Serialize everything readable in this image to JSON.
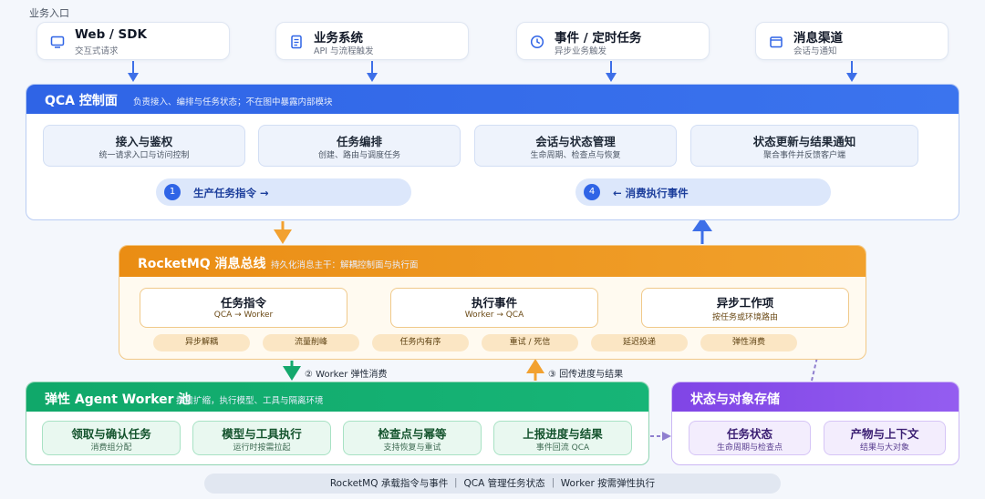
{
  "entry_section_label": "业务入口",
  "entries": [
    {
      "title": "Web / SDK",
      "subtitle": "交互式请求",
      "icon": "monitor-icon"
    },
    {
      "title": "业务系统",
      "subtitle": "API 与流程触发",
      "icon": "document-icon"
    },
    {
      "title": "事件 / 定时任务",
      "subtitle": "异步业务触发",
      "icon": "clock-icon"
    },
    {
      "title": "消息渠道",
      "subtitle": "会话与通知",
      "icon": "inbox-icon"
    }
  ],
  "qca": {
    "title": "QCA 控制面",
    "subtitle": "负责接入、编排与任务状态；不在图中暴露内部模块",
    "cards": [
      {
        "title": "接入与鉴权",
        "subtitle": "统一请求入口与访问控制"
      },
      {
        "title": "任务编排",
        "subtitle": "创建、路由与调度任务"
      },
      {
        "title": "会话与状态管理",
        "subtitle": "生命周期、检查点与恢复"
      },
      {
        "title": "状态更新与结果通知",
        "subtitle": "聚合事件并反馈客户端"
      }
    ],
    "flows": [
      {
        "num": "1",
        "label": "生产任务指令 →"
      },
      {
        "num": "4",
        "label": "← 消费执行事件"
      }
    ]
  },
  "rocketmq": {
    "title": "RocketMQ 消息总线",
    "subtitle": "持久化消息主干：解耦控制面与执行面",
    "cards": [
      {
        "title": "任务指令",
        "subtitle": "QCA → Worker"
      },
      {
        "title": "执行事件",
        "subtitle": "Worker → QCA"
      },
      {
        "title": "异步工作项",
        "subtitle": "按任务或环境路由"
      }
    ],
    "tags": [
      "异步解耦",
      "流量削峰",
      "任务内有序",
      "重试 / 死信",
      "延迟投递",
      "弹性消费"
    ]
  },
  "flow_labels": {
    "consume": "② Worker 弹性消费",
    "report": "③ 回传进度与结果"
  },
  "agent_pool": {
    "title": "弹性 Agent Worker 池",
    "subtitle": "按需扩缩，执行模型、工具与隔离环境",
    "cards": [
      {
        "title": "领取与确认任务",
        "subtitle": "消费组分配"
      },
      {
        "title": "模型与工具执行",
        "subtitle": "运行时按需拉起"
      },
      {
        "title": "检查点与幂等",
        "subtitle": "支持恢复与重试"
      },
      {
        "title": "上报进度与结果",
        "subtitle": "事件回流 QCA"
      }
    ]
  },
  "storage": {
    "title": "状态与对象存储",
    "cards": [
      {
        "title": "任务状态",
        "subtitle": "生命周期与检查点"
      },
      {
        "title": "产物与上下文",
        "subtitle": "结果与大对象"
      }
    ]
  },
  "footer": "RocketMQ 承载指令与事件 ｜ QCA 管理任务状态 ｜ Worker 按需弹性执行",
  "colors": {
    "qca_blue": "#2f64e6",
    "rocketmq_orange": "#ea8d14",
    "agent_green": "#10a86a",
    "storage_purple": "#8045e6"
  }
}
